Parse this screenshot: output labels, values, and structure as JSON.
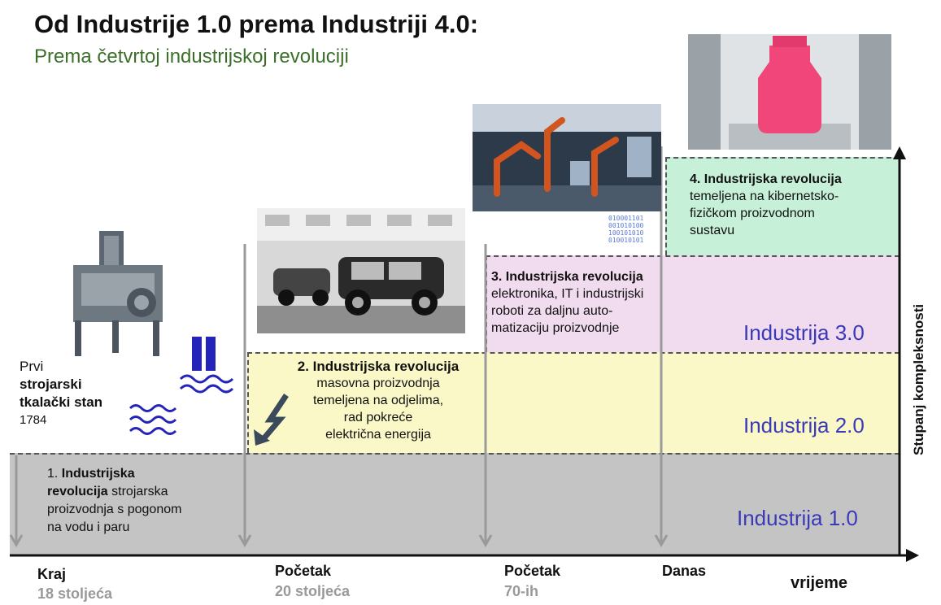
{
  "title": "Od Industrije 1.0 prema Industriji 4.0:",
  "subtitle": "Prema četvrtoj industrijskoj revoluciji",
  "first_loom": {
    "line1": "Prvi",
    "line2": "strojarski",
    "line3": "tkalački stan",
    "year": "1784"
  },
  "revolutions": [
    {
      "heading_a": "1. ",
      "heading_b": "Industrijska",
      "heading_c": "revolucija",
      "body_a": " strojarska",
      "body_b": "proizvodnja s pogonom",
      "body_c": "na vodu i paru"
    },
    {
      "heading": "2. Industrijska revolucija",
      "body": [
        "masovna proizvodnja",
        "temeljena na odjelima,",
        "rad pokreće",
        "električna energija"
      ]
    },
    {
      "heading": "3. Industrijska revolucija",
      "body": [
        "elektronika, IT i industrijski",
        "roboti za daljnu auto-",
        "matizaciju proizvodnje"
      ]
    },
    {
      "heading": "4. Industrijska revolucija",
      "body": [
        "temeljena na kibernetsko-",
        "fizičkom proizvodnom",
        "sustavu"
      ]
    }
  ],
  "industry_levels": [
    "Industrija 1.0",
    "Industrija 2.0",
    "Industrija 3.0"
  ],
  "timeline": [
    {
      "label": "Kraj",
      "sub": "18 stoljeća"
    },
    {
      "label": "Početak",
      "sub": "20 stoljeća"
    },
    {
      "label": "Početak",
      "sub": "70-ih"
    },
    {
      "label": "Danas",
      "sub": ""
    }
  ],
  "binary_text": "010001101\n001010100\n100101010\n010010101",
  "x_axis_label": "vrijeme",
  "y_axis_label": "Stupanj kompleksnosti",
  "colors": {
    "band1": "#c4c4c4",
    "band2": "#fbf8c8",
    "band3": "#f1dbee",
    "band4": "#c6f0d8",
    "level_text": "#3a3ab8",
    "subtitle": "#3b6f2a",
    "icon_blue": "#2424b8"
  }
}
